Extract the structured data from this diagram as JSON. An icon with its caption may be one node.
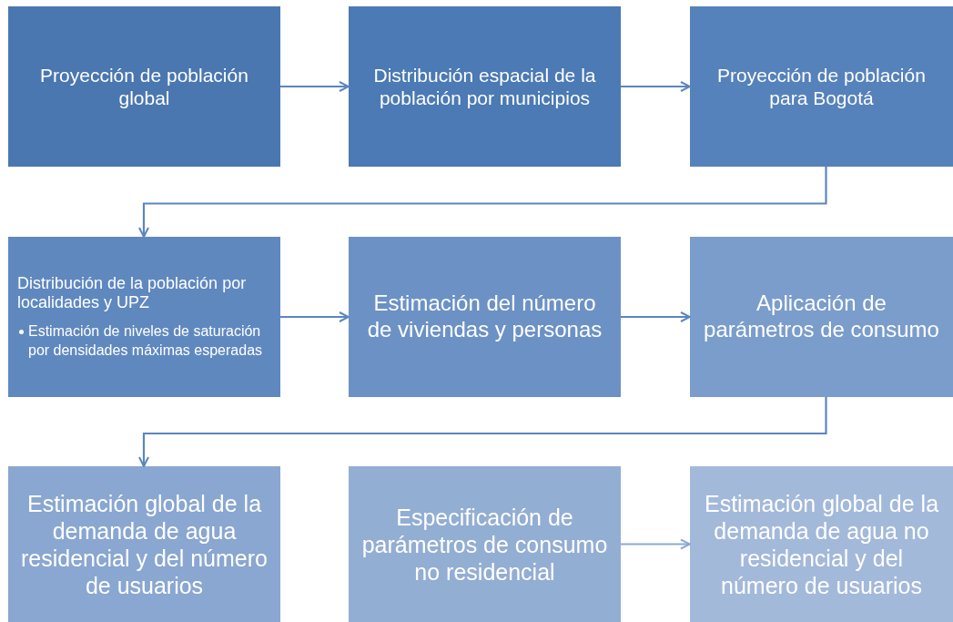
{
  "diagram": {
    "nodes": [
      {
        "text": [
          "Proyección de población global"
        ]
      },
      {
        "text": [
          "Distribución espacial de la población por municipios"
        ]
      },
      {
        "text": [
          "Proyección de población para Bogotá"
        ]
      },
      {
        "text": [
          "Distribución de la población por localidades y UPZ",
          "Estimación de niveles de saturación por densidades máximas esperadas"
        ]
      },
      {
        "text": [
          "Estimación del número de viviendas y personas"
        ]
      },
      {
        "text": [
          "Aplicación de parámetros de consumo"
        ]
      },
      {
        "text": [
          "Estimación global de la demanda de agua residencial y del número de usuarios"
        ]
      },
      {
        "text": [
          "Especificación de parámetros de consumo no residencial"
        ]
      },
      {
        "text": [
          "Estimación global de la demanda de agua no residencial y del número de usuarios"
        ]
      }
    ],
    "edges": [
      {
        "from": 0,
        "to": 1,
        "arrow": "to"
      },
      {
        "from": 1,
        "to": 2,
        "arrow": "to"
      },
      {
        "from": 2,
        "to": 3,
        "arrow": "to"
      },
      {
        "from": 3,
        "to": 4,
        "arrow": "to"
      },
      {
        "from": 4,
        "to": 5,
        "arrow": "to"
      },
      {
        "from": 5,
        "to": 6,
        "arrow": "to"
      },
      {
        "from": 7,
        "to": 8,
        "arrow": "to",
        "color": "#8ea9d2"
      }
    ]
  }
}
